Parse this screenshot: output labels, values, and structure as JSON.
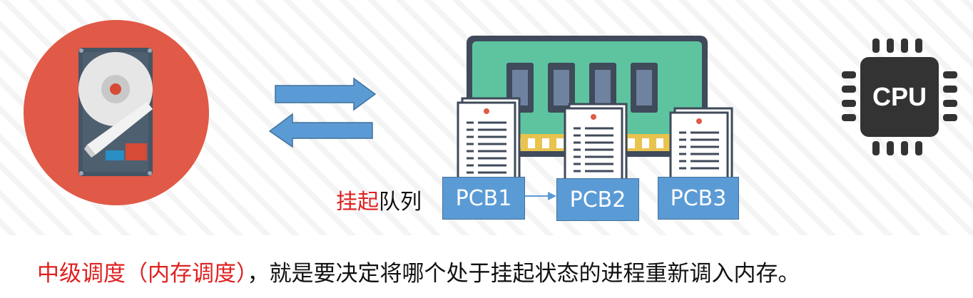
{
  "queue_label": {
    "highlight": "挂起",
    "rest": "队列"
  },
  "pcbs": [
    {
      "label": "PCB1"
    },
    {
      "label": "PCB2"
    },
    {
      "label": "PCB3"
    }
  ],
  "cpu_label": "CPU",
  "caption": {
    "highlight": "中级调度（内存调度）",
    "rest": "，就是要决定将哪个处于挂起状态的进程重新调入内存。"
  },
  "icons": {
    "disk": "hard-disk-icon",
    "memory": "memory-module-icon",
    "cpu": "cpu-chip-icon"
  },
  "colors": {
    "highlight": "#e02020",
    "pcb_fill": "#5b9bd5",
    "arrow_fill": "#5b9bd5",
    "disk_circle": "#e05a47",
    "memory_board": "#5ec4a0",
    "cpu_chip": "#333333"
  }
}
